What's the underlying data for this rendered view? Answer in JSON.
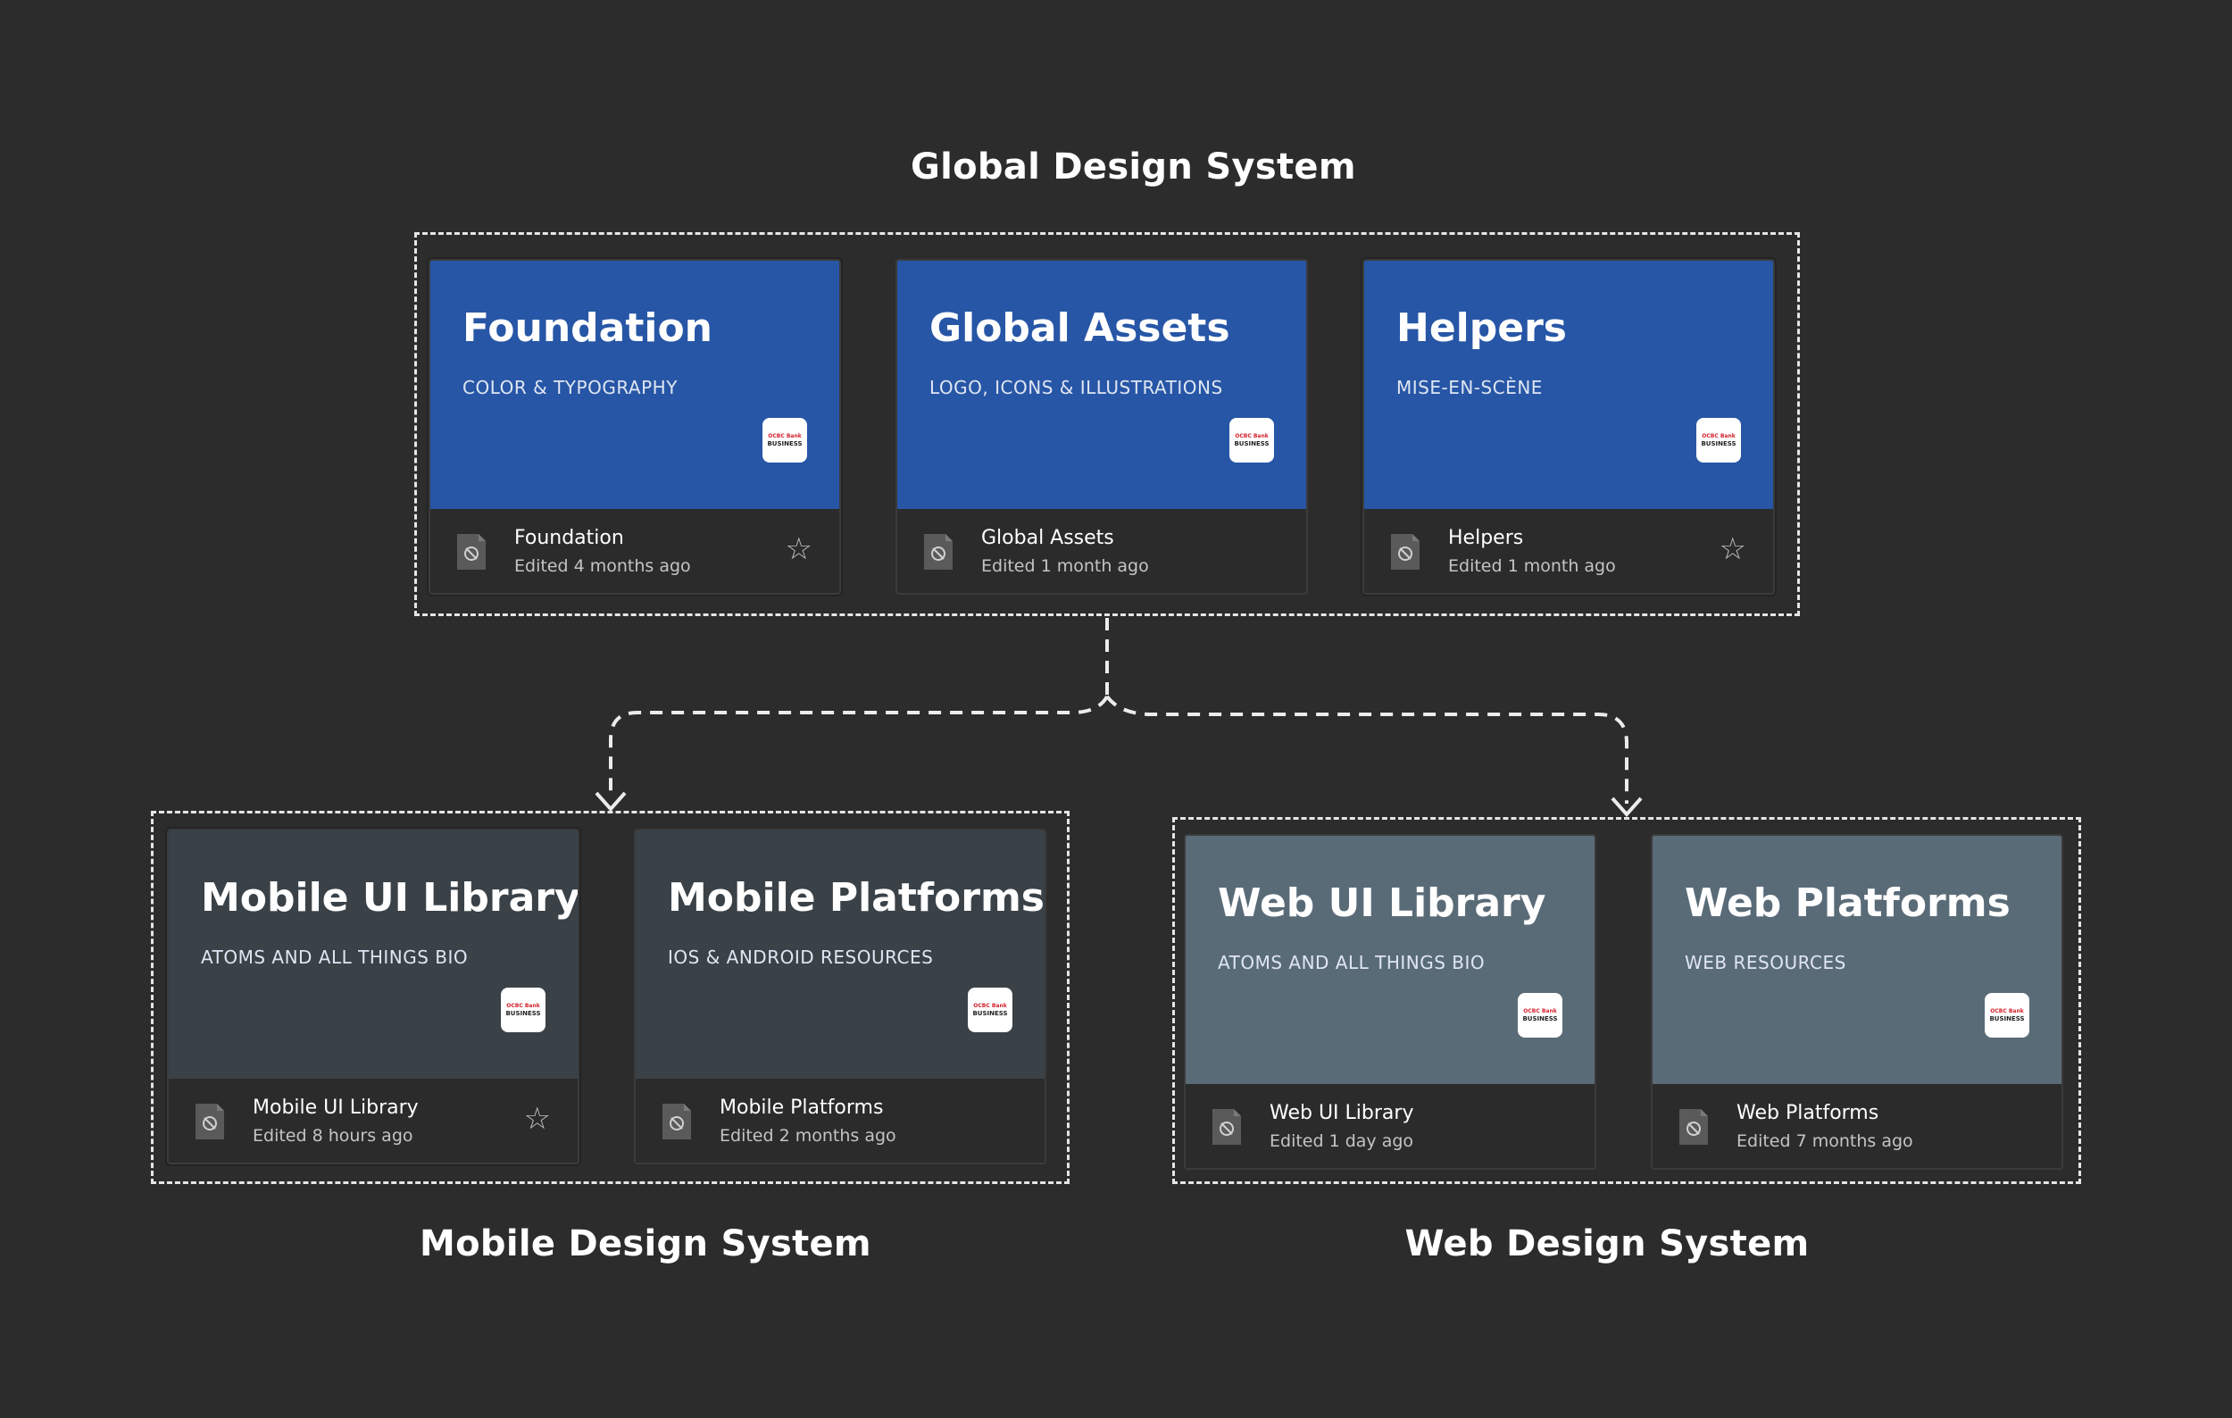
{
  "groups": {
    "global": {
      "title": "Global Design System"
    },
    "mobile": {
      "title": "Mobile Design System"
    },
    "web": {
      "title": "Web Design System"
    }
  },
  "colors": {
    "background": "#2c2c2c",
    "global_thumb": "#2756a6",
    "mobile_thumb": "#3a4248",
    "web_thumb": "#5a6b78",
    "badge_red": "#d4202c"
  },
  "badge": {
    "brand": "OCBC Bank",
    "label": "BUSINESS"
  },
  "cards": {
    "foundation": {
      "title": "Foundation",
      "subtitle": "COLOR & TYPOGRAPHY",
      "file_name": "Foundation",
      "edited": "Edited 4 months ago",
      "starred_icon": true
    },
    "global_assets": {
      "title": "Global Assets",
      "subtitle": "LOGO, ICONS & ILLUSTRATIONS",
      "file_name": "Global Assets",
      "edited": "Edited 1 month ago",
      "starred_icon": false
    },
    "helpers": {
      "title": "Helpers",
      "subtitle": "MISE-EN-SCÈNE",
      "file_name": "Helpers",
      "edited": "Edited 1 month ago",
      "starred_icon": true
    },
    "mobile_ui": {
      "title": "Mobile UI Library",
      "subtitle": "ATOMS AND ALL THINGS BIO",
      "file_name": "Mobile UI Library",
      "edited": "Edited 8 hours ago",
      "starred_icon": true
    },
    "mobile_platforms": {
      "title": "Mobile Platforms",
      "subtitle": "IOS & ANDROID RESOURCES",
      "file_name": "Mobile Platforms",
      "edited": "Edited 2 months ago",
      "starred_icon": false
    },
    "web_ui": {
      "title": "Web UI Library",
      "subtitle": "ATOMS AND ALL THINGS BIO",
      "file_name": "Web UI Library",
      "edited": "Edited 1 day ago",
      "starred_icon": false
    },
    "web_platforms": {
      "title": "Web Platforms",
      "subtitle": "WEB RESOURCES",
      "file_name": "Web Platforms",
      "edited": "Edited 7 months ago",
      "starred_icon": false
    }
  },
  "icons": {
    "file": "figma-file-icon",
    "star": "star-icon",
    "arrow": "arrow-down-icon"
  }
}
